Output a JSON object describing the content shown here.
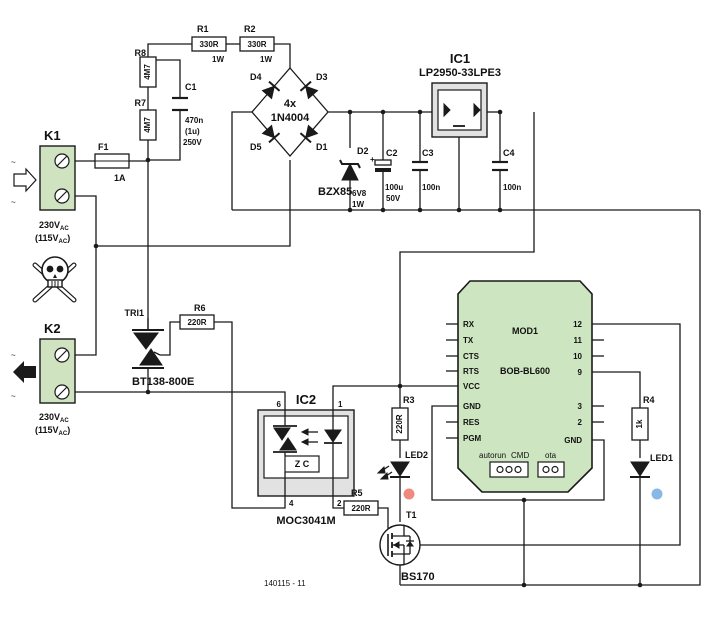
{
  "colors": {
    "module_fill": "#cde5c0",
    "ic_fill": "#e2e2e2",
    "terminal_fill": "#cfe3c0",
    "led2_light": "#f08a80",
    "led1_light": "#8ab8e6",
    "wire": "#1a1a1a"
  },
  "icons": {
    "warning": "skull-crossbones-icon",
    "input": "arrow-in-icon",
    "output": "arrow-out-icon"
  },
  "k1": {
    "ref": "K1",
    "voltage": "230V",
    "voltage_sub": "AC",
    "alt_voltage": "(115V",
    "alt_sub": "AC",
    "alt_close": ")"
  },
  "k2": {
    "ref": "K2",
    "voltage": "230V",
    "voltage_sub": "AC",
    "alt_voltage": "(115V",
    "alt_sub": "AC",
    "alt_close": ")"
  },
  "tilde": "~",
  "f1": {
    "ref": "F1",
    "value": "1A"
  },
  "r1": {
    "ref": "R1",
    "value": "330R",
    "power": "1W"
  },
  "r2": {
    "ref": "R2",
    "value": "330R",
    "power": "1W"
  },
  "r7": {
    "ref": "R7",
    "value": "4M7"
  },
  "r8": {
    "ref": "R8",
    "value": "4M7"
  },
  "c1": {
    "ref": "C1",
    "value": "470n",
    "alt": "(1u)",
    "voltage": "250V"
  },
  "bridge": {
    "d1": "D1",
    "d3": "D3",
    "d4": "D4",
    "d5": "D5",
    "qty": "4x",
    "part": "1N4004"
  },
  "d2": {
    "ref": "D2",
    "part": "BZX85",
    "voltage": "6V8",
    "power": "1W"
  },
  "c2": {
    "ref": "C2",
    "value": "100u",
    "voltage": "50V"
  },
  "c3": {
    "ref": "C3",
    "value": "100n"
  },
  "c4": {
    "ref": "C4",
    "value": "100n"
  },
  "ic1": {
    "ref": "IC1",
    "part": "LP2950-33LPE3"
  },
  "tri1": {
    "ref": "TRI1",
    "part": "BT138-800E"
  },
  "r6": {
    "ref": "R6",
    "value": "220R"
  },
  "ic2": {
    "ref": "IC2",
    "part": "MOC3041M",
    "zc": "Z C",
    "pin6": "6",
    "pin4": "4",
    "pin1": "1",
    "pin2": "2"
  },
  "r3": {
    "ref": "R3",
    "value": "220R"
  },
  "r5": {
    "ref": "R5",
    "value": "220R"
  },
  "r4": {
    "ref": "R4",
    "value": "1k"
  },
  "led1": {
    "ref": "LED1"
  },
  "led2": {
    "ref": "LED2"
  },
  "t1": {
    "ref": "T1",
    "part": "BS170"
  },
  "mod1": {
    "ref": "MOD1",
    "part": "BOB-BL600",
    "left_pins": [
      "RX",
      "TX",
      "CTS",
      "RTS",
      "VCC",
      "GND",
      "RES",
      "PGM"
    ],
    "right_pins": [
      "12",
      "11",
      "10",
      "9",
      "3",
      "2",
      "GND"
    ],
    "header1": "autorun",
    "header2": "CMD",
    "header3": "ota"
  },
  "figure_id": "140115 - 11"
}
